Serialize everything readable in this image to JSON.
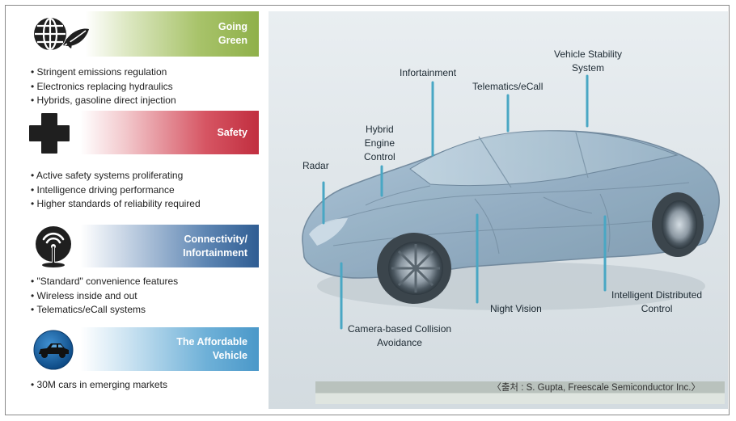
{
  "categories": [
    {
      "id": "green",
      "title_lines": [
        "Going",
        "Green"
      ],
      "icon": "globe-leaf-icon",
      "bullets": [
        "Stringent emissions regulation",
        "Electronics replacing hydraulics",
        "Hybrids, gasoline direct injection"
      ],
      "color": "#8fb04a"
    },
    {
      "id": "safety",
      "title_lines": [
        "Safety"
      ],
      "icon": "medical-cross-icon",
      "bullets": [
        "Active safety systems proliferating",
        "Intelligence driving performance",
        "Higher standards of reliability required"
      ],
      "color": "#c12e3f"
    },
    {
      "id": "connectivity",
      "title_lines": [
        "Connectivity/",
        "Infortainment"
      ],
      "icon": "wireless-antenna-icon",
      "bullets": [
        "\"Standard\" convenience features",
        "Wireless inside and out",
        "Telematics/eCall systems"
      ],
      "color": "#2f5d93"
    },
    {
      "id": "affordable",
      "title_lines": [
        "The Affordable",
        "Vehicle"
      ],
      "icon": "car-icon",
      "bullets": [
        "30M cars in emerging markets"
      ],
      "color": "#4a98c9"
    }
  ],
  "car_labels": {
    "radar": [
      "Radar"
    ],
    "hybrid": [
      "Hybrid",
      "Engine",
      "Control"
    ],
    "infotainment": [
      "Infortainment"
    ],
    "telematics": [
      "Telematics/eCall"
    ],
    "stability": [
      "Vehicle Stability",
      "System"
    ],
    "camera": [
      "Camera-based Collision",
      "Avoidance"
    ],
    "night_vision": [
      "Night Vision"
    ],
    "distributed": [
      "Intelligent Distributed",
      "Control"
    ]
  },
  "source": "〈출처 : S. Gupta, Freescale Semiconductor Inc.〉",
  "callout_color": "#49a7c4"
}
